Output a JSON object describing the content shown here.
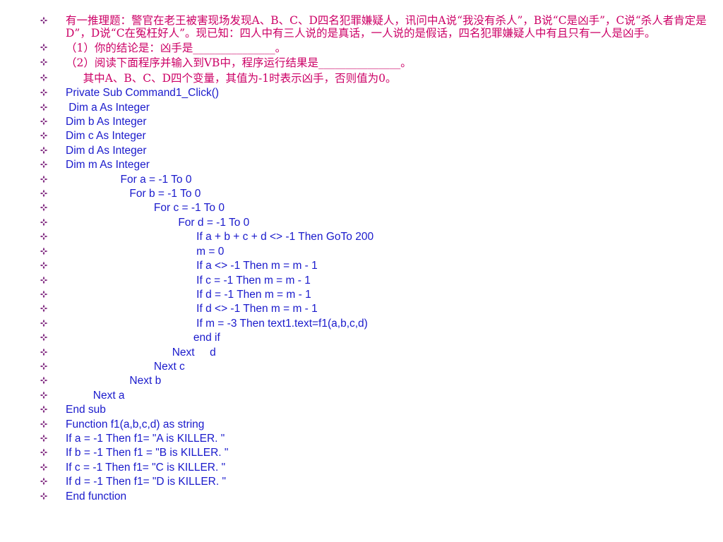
{
  "colors": {
    "question_text": "#cc0066",
    "code_text": "#1a1acc",
    "bullet": "#7a1f7a",
    "background": "#ffffff"
  },
  "bullet_icon": "diamond-four-petal-icon",
  "lines": [
    {
      "text": "有一推理题：警官在老王被害现场发现A、B、C、D四名犯罪嫌疑人，讯问中A说“我没有杀人”，B说“C是凶手”，C说“杀人者肯定是D”，D说“C在冤枉好人”。现已知：四人中有三人说的是真话，一人说的是假话，四名犯罪嫌疑人中有且只有一人是凶手。",
      "kind": "question"
    },
    {
      "text": "（1）你的结论是：凶手是_______________。",
      "kind": "question"
    },
    {
      "text": "（2）阅读下面程序并输入到VB中，程序运行结果是_______________。",
      "kind": "question"
    },
    {
      "text": "     其中A、B、C、D四个变量，其值为-1时表示凶手，否则值为0。",
      "kind": "question"
    },
    {
      "text": "Private Sub Command1_Click()",
      "kind": "code"
    },
    {
      "text": " Dim a As Integer",
      "kind": "code"
    },
    {
      "text": "Dim b As Integer",
      "kind": "code"
    },
    {
      "text": "Dim c As Integer",
      "kind": "code"
    },
    {
      "text": "Dim d As Integer",
      "kind": "code"
    },
    {
      "text": "Dim m As Integer",
      "kind": "code"
    },
    {
      "text": "                  For a = -1 To 0",
      "kind": "code"
    },
    {
      "text": "                     For b = -1 To 0",
      "kind": "code"
    },
    {
      "text": "                             For c = -1 To 0",
      "kind": "code"
    },
    {
      "text": "                                     For d = -1 To 0",
      "kind": "code"
    },
    {
      "text": "                                           If a + b + c + d <> -1 Then GoTo 200",
      "kind": "code"
    },
    {
      "text": "                                           m = 0",
      "kind": "code"
    },
    {
      "text": "                                           If a <> -1 Then m = m - 1",
      "kind": "code"
    },
    {
      "text": "                                           If c = -1 Then m = m - 1",
      "kind": "code"
    },
    {
      "text": "                                           If d = -1 Then m = m - 1",
      "kind": "code"
    },
    {
      "text": "                                           If d <> -1 Then m = m - 1",
      "kind": "code"
    },
    {
      "text": "                                           If m = -3 Then text1.text=f1(a,b,c,d)",
      "kind": "code"
    },
    {
      "text": "                                          end if",
      "kind": "code"
    },
    {
      "text": "                                   Next     d",
      "kind": "code"
    },
    {
      "text": "                             Next c",
      "kind": "code"
    },
    {
      "text": "                     Next b",
      "kind": "code"
    },
    {
      "text": "         Next a",
      "kind": "code"
    },
    {
      "text": "End sub",
      "kind": "code"
    },
    {
      "text": "Function f1(a,b,c,d) as string",
      "kind": "code"
    },
    {
      "text": "If a = -1 Then f1= \"A is KILLER. \"",
      "kind": "code"
    },
    {
      "text": "If b = -1 Then f1 = \"B is KILLER. \"",
      "kind": "code"
    },
    {
      "text": "If c = -1 Then f1= \"C is KILLER. \"",
      "kind": "code"
    },
    {
      "text": "If d = -1 Then f1= \"D is KILLER. \"",
      "kind": "code"
    },
    {
      "text": "End function",
      "kind": "code"
    }
  ]
}
